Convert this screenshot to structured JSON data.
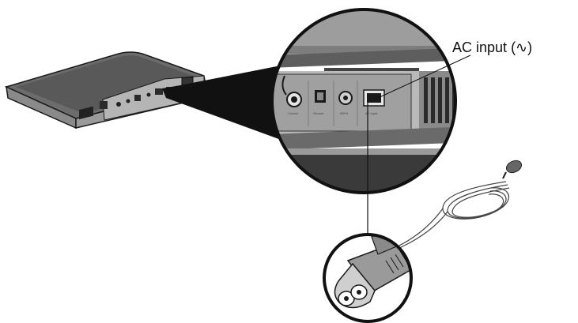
{
  "callout": {
    "label": "AC input",
    "symbol": "(∿)"
  },
  "panel": {
    "jack_labels": [
      "Control",
      "Service",
      "IR/Ph",
      "AC input"
    ]
  },
  "colors": {
    "line": "#1a1a1a",
    "body_dark": "#4a4a4a",
    "body_mid": "#7a7a7a",
    "body_light": "#a8a8a8",
    "panel_grey": "#8c8c8c"
  }
}
